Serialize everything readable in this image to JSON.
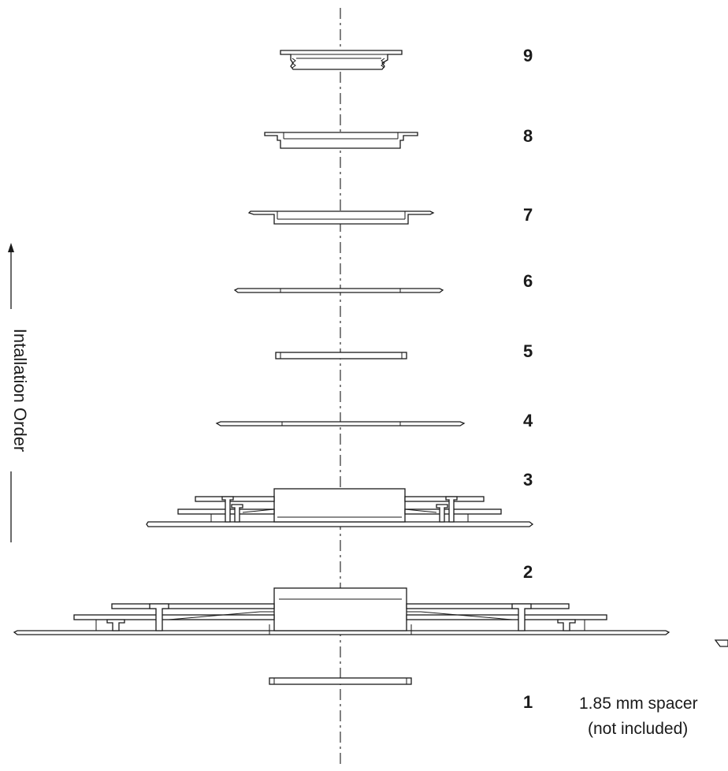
{
  "figure": {
    "vertical_label": "Intallation Order",
    "parts": [
      {
        "number": "9"
      },
      {
        "number": "8"
      },
      {
        "number": "7"
      },
      {
        "number": "6"
      },
      {
        "number": "5"
      },
      {
        "number": "4"
      },
      {
        "number": "3"
      },
      {
        "number": "2"
      },
      {
        "number": "1"
      }
    ],
    "spacer_note": {
      "line1": "1.85 mm spacer",
      "line2": "(not included)"
    }
  }
}
